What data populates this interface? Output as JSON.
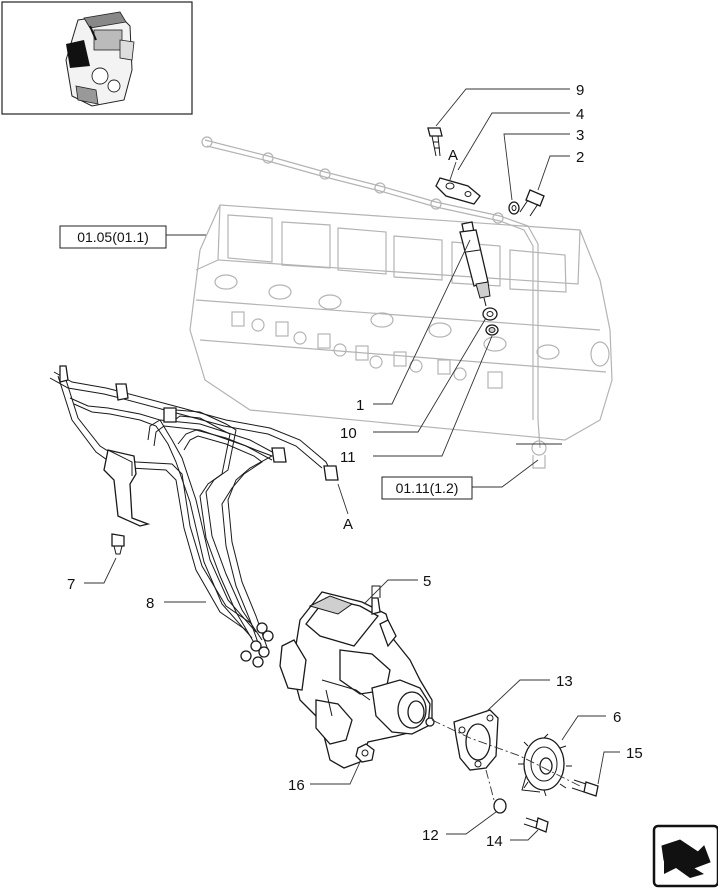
{
  "callouts": {
    "c1": "1",
    "c2": "2",
    "c3": "3",
    "c4": "4",
    "c5": "5",
    "c6": "6",
    "c7": "7",
    "c8": "8",
    "c9": "9",
    "c10": "10",
    "c11": "11",
    "c12": "12",
    "c13": "13",
    "c14": "14",
    "c15": "15",
    "c16": "16",
    "connA_top": "A",
    "connA_bottom": "A"
  },
  "refs": {
    "top": "01.05(01.1)",
    "bottom": "01.11(1.2)"
  },
  "icons": {
    "thumbnail": "engine-thumbnail-icon",
    "nav": "next-page-arrow-icon"
  }
}
